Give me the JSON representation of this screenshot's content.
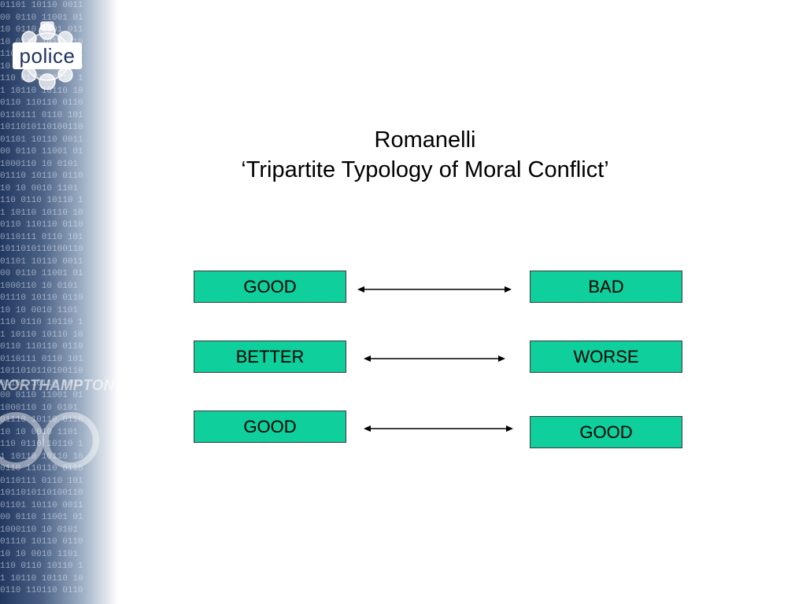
{
  "header": {
    "logo_text": "police",
    "watermark_text": "NORTHAMPTON"
  },
  "title": {
    "line1": "Romanelli",
    "line2": "‘Tripartite Typology of Moral Conflict’"
  },
  "diagram": {
    "rows": [
      {
        "left": "GOOD",
        "right": "BAD",
        "relation": "bidirectional"
      },
      {
        "left": "BETTER",
        "right": "WORSE",
        "relation": "bidirectional"
      },
      {
        "left": "GOOD",
        "right": "GOOD",
        "relation": "bidirectional"
      }
    ]
  },
  "colors": {
    "box_fill": "#0fcf9c",
    "banner_dark": "#23385f"
  }
}
